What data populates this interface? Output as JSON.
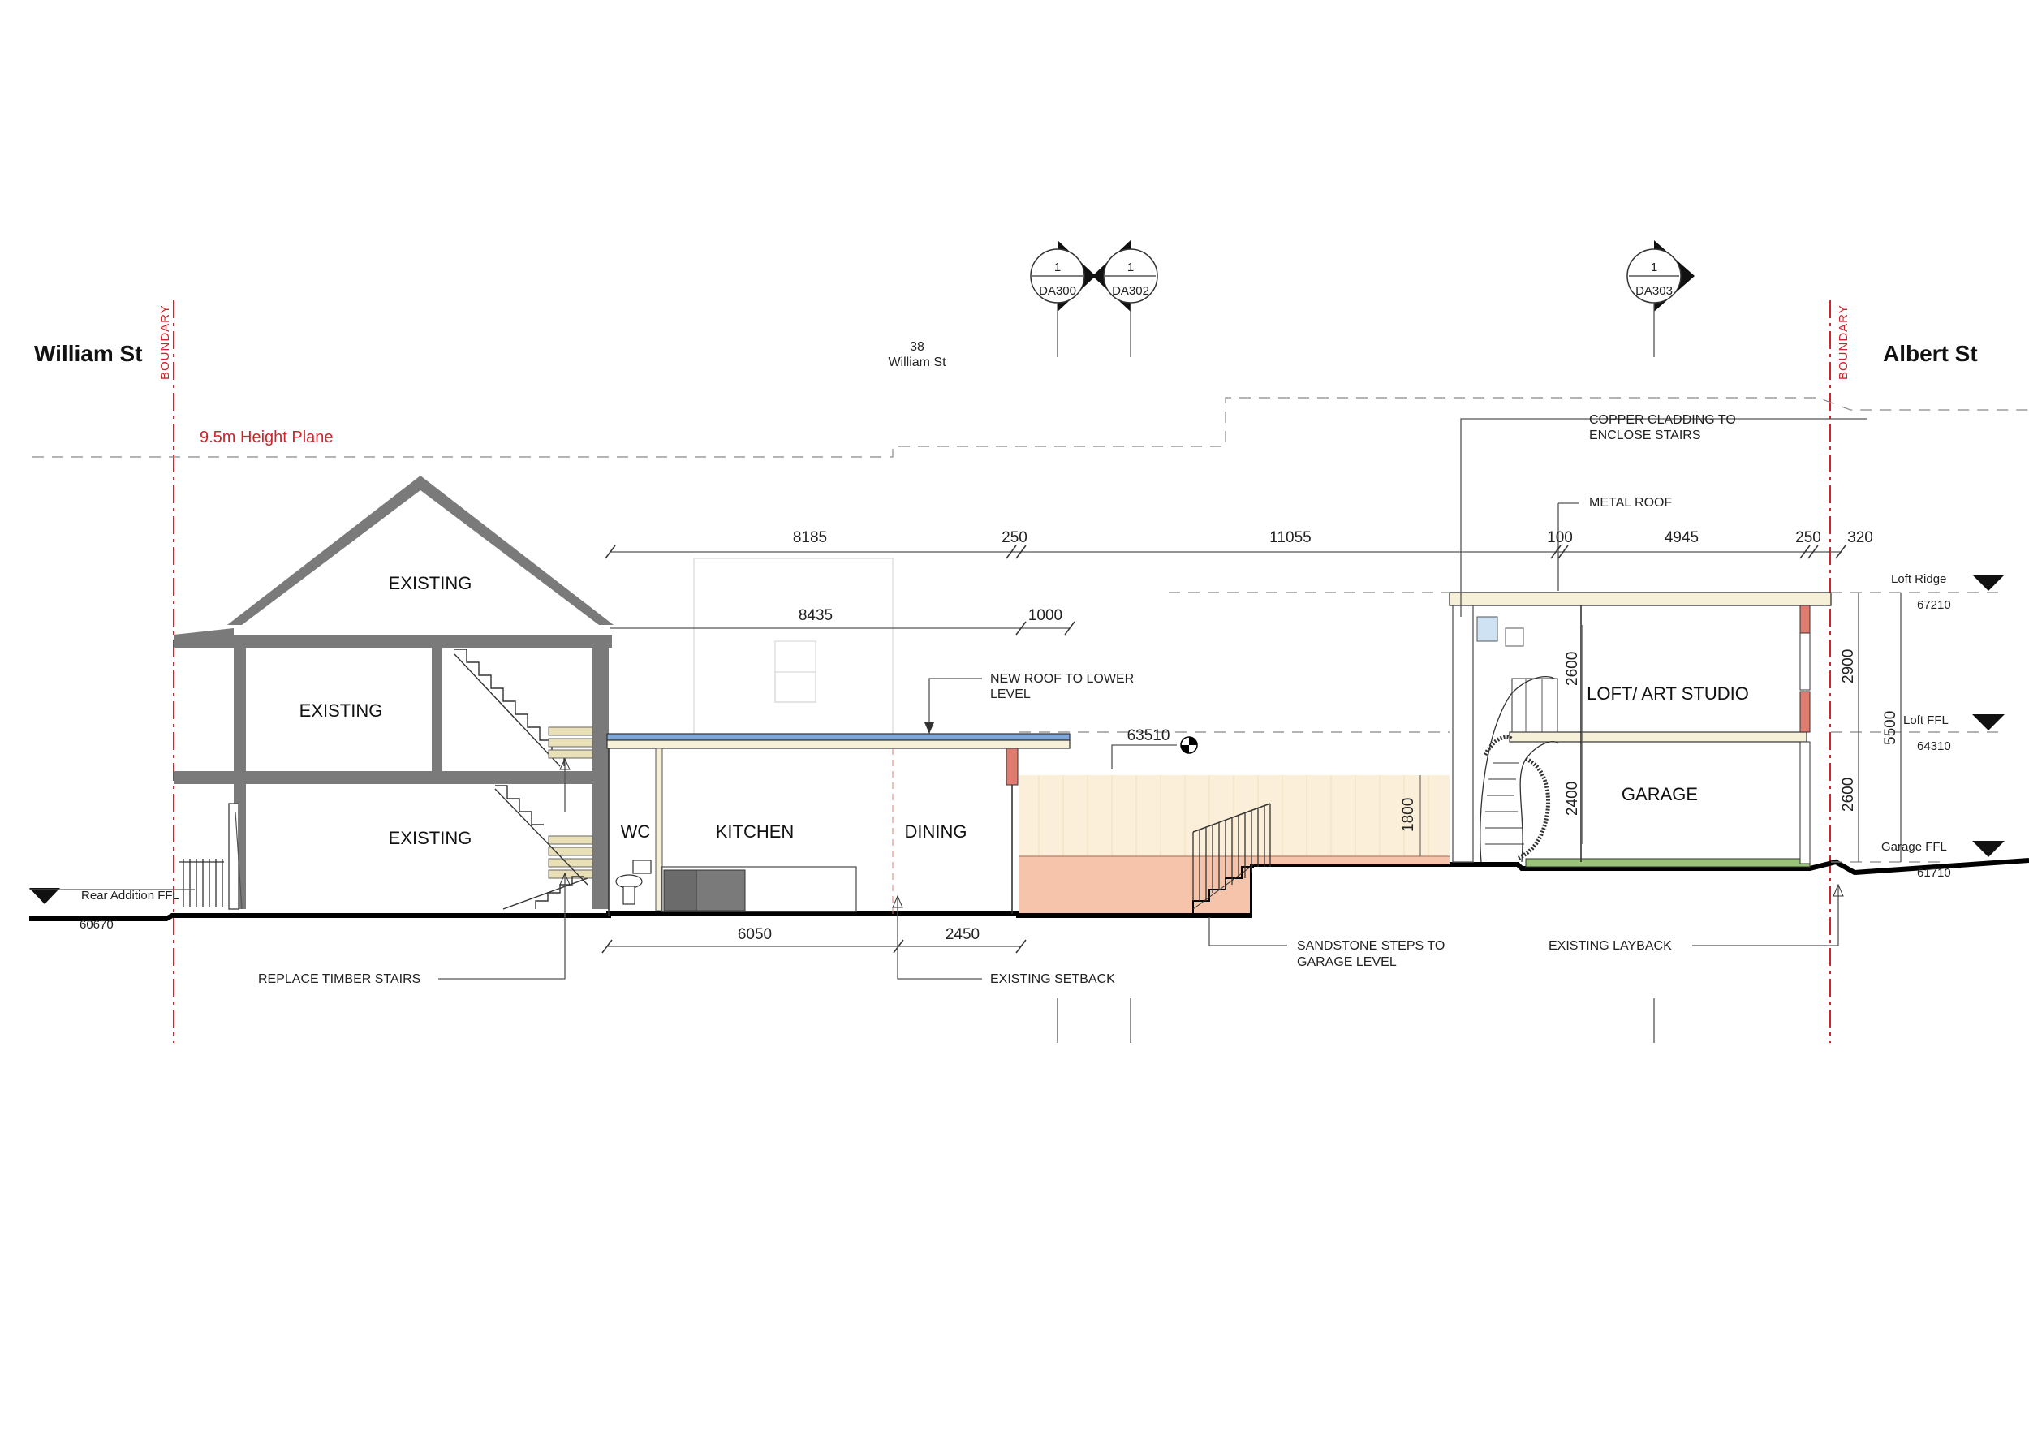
{
  "streets": {
    "left": "William St",
    "right": "Albert St"
  },
  "boundary_label": "BOUNDARY",
  "neighbour": {
    "number": "38",
    "street": "William St"
  },
  "height_plane": "9.5m Height Plane",
  "section_markers": [
    {
      "number": "1",
      "sheet": "DA300"
    },
    {
      "number": "1",
      "sheet": "DA302"
    },
    {
      "number": "1",
      "sheet": "DA303"
    }
  ],
  "rooms": {
    "existing_roof": "EXISTING",
    "existing_upper": "EXISTING",
    "existing_lower": "EXISTING",
    "wc": "WC",
    "kitchen": "KITCHEN",
    "dining": "DINING",
    "loft": "LOFT/ ART STUDIO",
    "garage": "GARAGE"
  },
  "dimensions": {
    "top_row": [
      "8185",
      "250",
      "11055",
      "100",
      "4945",
      "250",
      "320"
    ],
    "second_row": [
      "8435",
      "1000"
    ],
    "bottom_row": [
      "6050",
      "2450"
    ],
    "spot_level": "63510",
    "wall_height": "1800",
    "loft_height": "2600",
    "garage_height": "2400",
    "right_stack": [
      "2900",
      "5500",
      "2600"
    ]
  },
  "notes": {
    "copper": [
      "COPPER CLADDING TO",
      "ENCLOSE STAIRS"
    ],
    "metal_roof": "METAL ROOF",
    "new_roof": [
      "NEW ROOF TO LOWER",
      "LEVEL"
    ],
    "replace_stairs": "REPLACE TIMBER STAIRS",
    "setback": "EXISTING SETBACK",
    "sandstone": [
      "SANDSTONE STEPS TO",
      "GARAGE LEVEL"
    ],
    "layback": "EXISTING LAYBACK"
  },
  "levels": {
    "rear_addition": {
      "label": "Rear Addition FFL",
      "value": "60670"
    },
    "loft_ridge": {
      "label": "Loft Ridge",
      "value": "67210"
    },
    "loft_ffl": {
      "label": "Loft FFL",
      "value": "64310"
    },
    "garage_ffl": {
      "label": "Garage FFL",
      "value": "61710"
    }
  },
  "colors": {
    "boundary": "#d2232a",
    "existing_walls": "#7a7a7a",
    "roof_blue": "#7fa7d8",
    "courtyard_fill": "#fbefd9",
    "paving_fill": "#f6c3ab",
    "brick_red": "#e07b6f",
    "slab_cream": "#f6f0d8",
    "green_slab": "#9bc27a"
  }
}
